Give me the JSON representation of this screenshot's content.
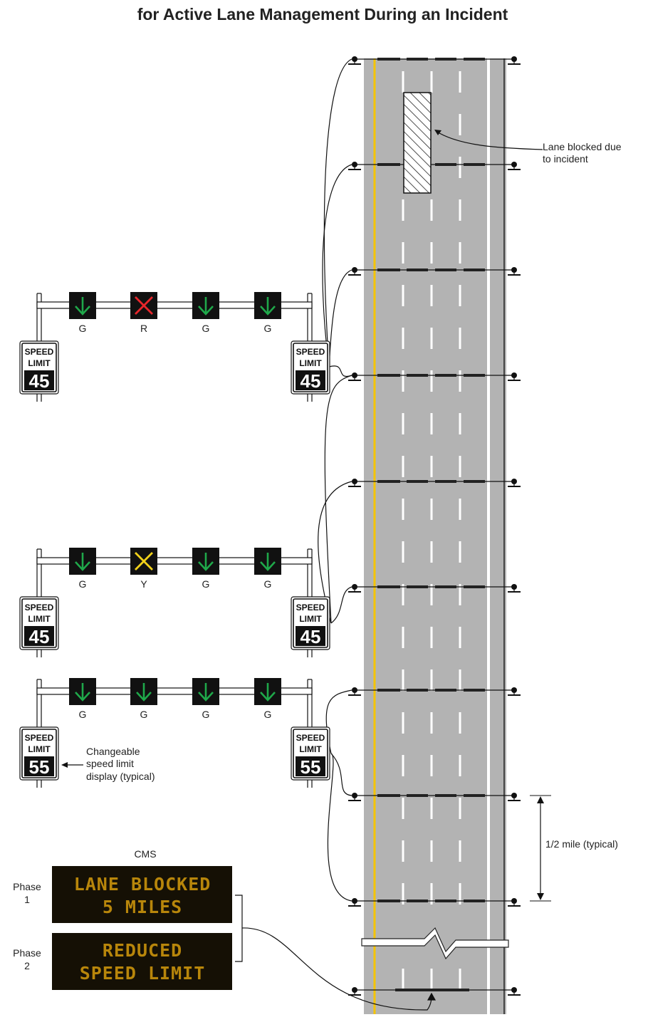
{
  "title": "for Active Lane Management During an Incident",
  "annotations": {
    "incident": [
      "Lane blocked due",
      "to incident"
    ],
    "speed_display": [
      "Changeable",
      "speed limit",
      "display (typical)"
    ],
    "spacing": "1/2 mile (typical)"
  },
  "speed_sign": {
    "line1": "SPEED",
    "line2": "LIMIT"
  },
  "gantries": [
    {
      "speed": "45",
      "signals": [
        "G",
        "R",
        "G",
        "G"
      ]
    },
    {
      "speed": "45",
      "signals": [
        "G",
        "Y",
        "G",
        "G"
      ]
    },
    {
      "speed": "55",
      "signals": [
        "G",
        "G",
        "G",
        "G"
      ]
    }
  ],
  "cms": {
    "label": "CMS",
    "phases": [
      {
        "label_line1": "Phase",
        "label_line2": "1",
        "line1": "LANE BLOCKED",
        "line2": "5 MILES"
      },
      {
        "label_line1": "Phase",
        "label_line2": "2",
        "line1": "REDUCED",
        "line2": "SPEED LIMIT"
      }
    ]
  },
  "colors": {
    "road": "#b3b3b3",
    "yellow_line": "#f5c400",
    "green_arrow": "#1fa84a",
    "red_x": "#e8262b",
    "yellow_x": "#f2d21a",
    "cms_text": "#b8860b",
    "cms_bg": "#151005"
  }
}
